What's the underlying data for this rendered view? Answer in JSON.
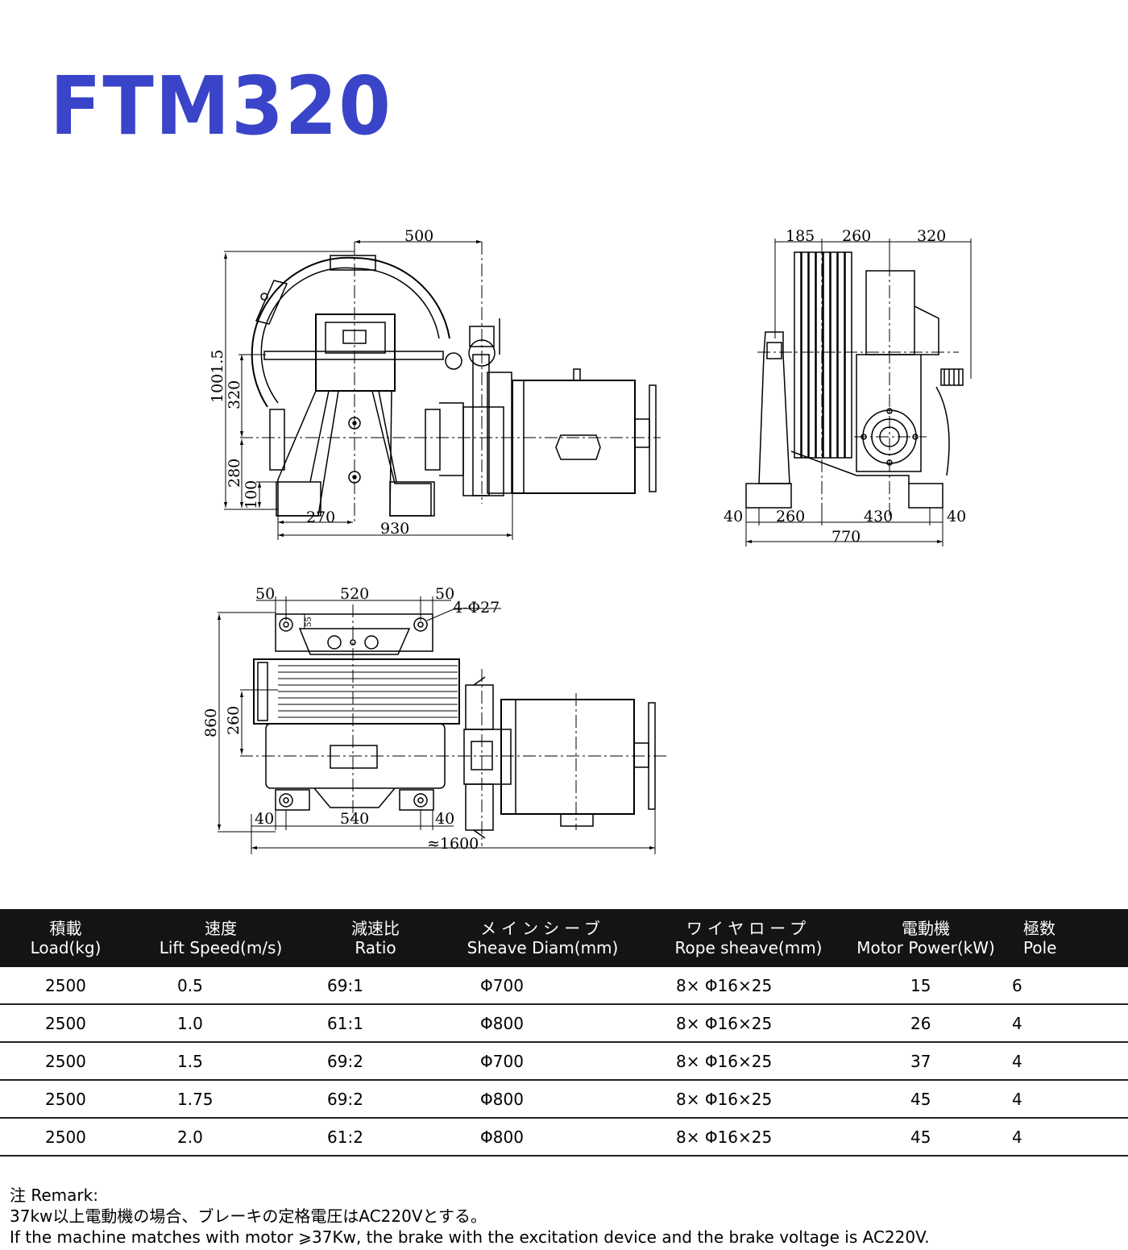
{
  "title": "FTM320",
  "front_view": {
    "dims": {
      "top_width": "500",
      "height_total": "1001.5",
      "height_320": "320",
      "height_280": "280",
      "height_100": "100",
      "width_270": "270",
      "width_930": "930"
    }
  },
  "side_view": {
    "dims": {
      "d185": "185",
      "d260_top": "260",
      "d320": "320",
      "d40_left": "40",
      "d260": "260",
      "d430": "430",
      "d40_right": "40",
      "d770": "770"
    }
  },
  "top_view": {
    "dims": {
      "d50_left": "50",
      "d520": "520",
      "d50_right": "50",
      "holes": "4-Φ27",
      "d55": "55",
      "d860": "860",
      "d260": "260",
      "d40_left": "40",
      "d540": "540",
      "d40_right": "40",
      "d1600": "≈1600"
    }
  },
  "table": {
    "headers": [
      {
        "jp": "積載",
        "en": "Load(kg)"
      },
      {
        "jp": "速度",
        "en": "Lift Speed(m/s)"
      },
      {
        "jp": "減速比",
        "en": "Ratio"
      },
      {
        "jp": "メインシーブ",
        "en": "Sheave Diam(mm)"
      },
      {
        "jp": "ワイヤロープ",
        "en": "Rope sheave(mm)"
      },
      {
        "jp": "電動機",
        "en": "Motor Power(kW)"
      },
      {
        "jp": "極数",
        "en": "Pole"
      }
    ],
    "rows": [
      [
        "2500",
        "0.5",
        "69:1",
        "Φ700",
        "8× Φ16×25",
        "15",
        "6"
      ],
      [
        "2500",
        "1.0",
        "61:1",
        "Φ800",
        "8× Φ16×25",
        "26",
        "4"
      ],
      [
        "2500",
        "1.5",
        "69:2",
        "Φ700",
        "8× Φ16×25",
        "37",
        "4"
      ],
      [
        "2500",
        "1.75",
        "69:2",
        "Φ800",
        "8× Φ16×25",
        "45",
        "4"
      ],
      [
        "2500",
        "2.0",
        "61:2",
        "Φ800",
        "8× Φ16×25",
        "45",
        "4"
      ]
    ]
  },
  "remark": {
    "label": "注  Remark:",
    "jp": "37kw以上電動機の場合、ブレーキの定格電圧はAC220Vとする。",
    "en": "If the machine matches with motor ⩾37Kw, the brake with the excitation device and the brake voltage is AC220V."
  }
}
